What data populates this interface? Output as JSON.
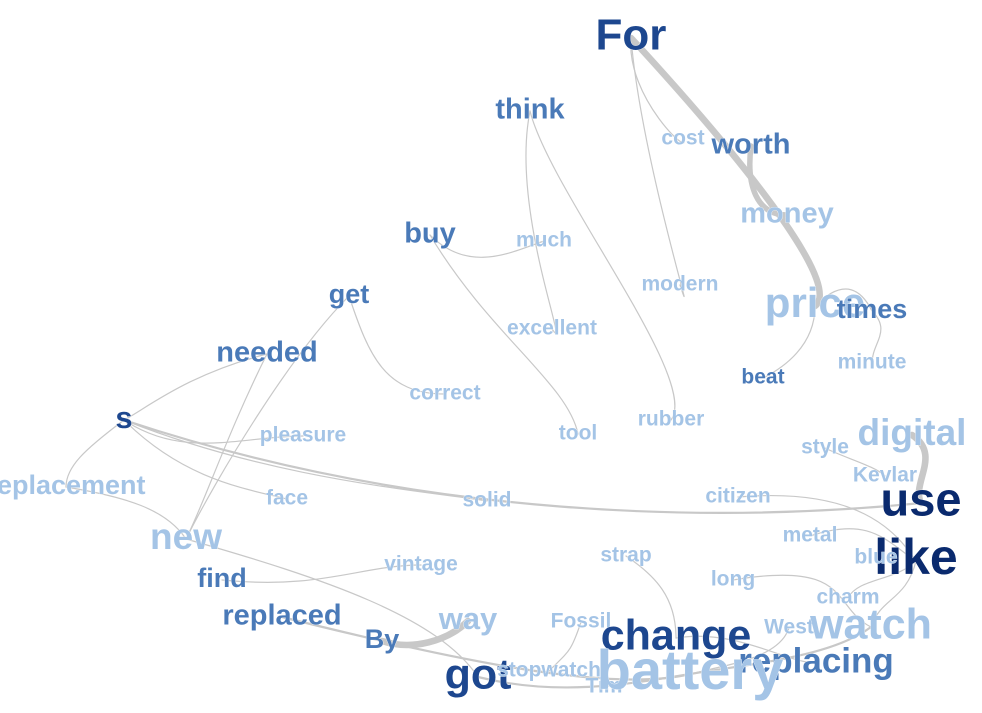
{
  "palette": {
    "darkest": "#0a2a6e",
    "dark": "#1d478f",
    "mid": "#4a7ab8",
    "light": "#a4c4e6",
    "edge": "#c8c8c8"
  },
  "nodes": [
    {
      "id": "For",
      "label": "For",
      "tone": "dark"
    },
    {
      "id": "think",
      "label": "think",
      "tone": "mid"
    },
    {
      "id": "cost",
      "label": "cost",
      "tone": "light"
    },
    {
      "id": "worth",
      "label": "worth",
      "tone": "mid"
    },
    {
      "id": "money",
      "label": "money",
      "tone": "light"
    },
    {
      "id": "buy",
      "label": "buy",
      "tone": "mid"
    },
    {
      "id": "much",
      "label": "much",
      "tone": "light"
    },
    {
      "id": "get",
      "label": "get",
      "tone": "mid"
    },
    {
      "id": "modern",
      "label": "modern",
      "tone": "light"
    },
    {
      "id": "price",
      "label": "price",
      "tone": "light"
    },
    {
      "id": "times",
      "label": "times",
      "tone": "mid"
    },
    {
      "id": "excellent",
      "label": "excellent",
      "tone": "light"
    },
    {
      "id": "needed",
      "label": "needed",
      "tone": "mid"
    },
    {
      "id": "minute",
      "label": "minute",
      "tone": "light"
    },
    {
      "id": "beat",
      "label": "beat",
      "tone": "mid"
    },
    {
      "id": "correct",
      "label": "correct",
      "tone": "light"
    },
    {
      "id": "s",
      "label": "s",
      "tone": "dark"
    },
    {
      "id": "rubber",
      "label": "rubber",
      "tone": "light"
    },
    {
      "id": "pleasure",
      "label": "pleasure",
      "tone": "light"
    },
    {
      "id": "tool",
      "label": "tool",
      "tone": "light"
    },
    {
      "id": "digital",
      "label": "digital",
      "tone": "light"
    },
    {
      "id": "style",
      "label": "style",
      "tone": "light"
    },
    {
      "id": "Kevlar",
      "label": "Kevlar",
      "tone": "light"
    },
    {
      "id": "replacement",
      "label": "replacement",
      "tone": "light"
    },
    {
      "id": "face",
      "label": "face",
      "tone": "light"
    },
    {
      "id": "solid",
      "label": "solid",
      "tone": "light"
    },
    {
      "id": "citizen",
      "label": "citizen",
      "tone": "light"
    },
    {
      "id": "use",
      "label": "use",
      "tone": "darkest"
    },
    {
      "id": "new",
      "label": "new",
      "tone": "light"
    },
    {
      "id": "metal",
      "label": "metal",
      "tone": "light"
    },
    {
      "id": "like",
      "label": "like",
      "tone": "darkest"
    },
    {
      "id": "blue",
      "label": "blue",
      "tone": "light"
    },
    {
      "id": "strap",
      "label": "strap",
      "tone": "light"
    },
    {
      "id": "vintage",
      "label": "vintage",
      "tone": "light"
    },
    {
      "id": "find",
      "label": "find",
      "tone": "mid"
    },
    {
      "id": "long",
      "label": "long",
      "tone": "light"
    },
    {
      "id": "charm",
      "label": "charm",
      "tone": "light"
    },
    {
      "id": "replaced",
      "label": "replaced",
      "tone": "mid"
    },
    {
      "id": "way",
      "label": "way",
      "tone": "light"
    },
    {
      "id": "Fossil",
      "label": "Fossil",
      "tone": "light"
    },
    {
      "id": "West",
      "label": "West",
      "tone": "light"
    },
    {
      "id": "watch",
      "label": "watch",
      "tone": "light"
    },
    {
      "id": "By",
      "label": "By",
      "tone": "mid"
    },
    {
      "id": "change",
      "label": "change",
      "tone": "dark"
    },
    {
      "id": "replacing",
      "label": "replacing",
      "tone": "mid"
    },
    {
      "id": "got",
      "label": "got",
      "tone": "dark"
    },
    {
      "id": "stopwatch",
      "label": "stopwatch",
      "tone": "light"
    },
    {
      "id": "Tim",
      "label": "Tim",
      "tone": "light"
    },
    {
      "id": "battery",
      "label": "battery",
      "tone": "light"
    }
  ],
  "edges": [
    {
      "from": "For",
      "to": "price",
      "weight": 6
    },
    {
      "from": "For",
      "to": "cost",
      "weight": 1
    },
    {
      "from": "For",
      "to": "modern",
      "weight": 1
    },
    {
      "from": "worth",
      "to": "money",
      "weight": 5
    },
    {
      "from": "think",
      "to": "excellent",
      "weight": 1
    },
    {
      "from": "think",
      "to": "rubber",
      "weight": 1
    },
    {
      "from": "buy",
      "to": "much",
      "weight": 1
    },
    {
      "from": "buy",
      "to": "tool",
      "weight": 1
    },
    {
      "from": "get",
      "to": "correct",
      "weight": 1
    },
    {
      "from": "get",
      "to": "new",
      "weight": 1
    },
    {
      "from": "needed",
      "to": "s",
      "weight": 1
    },
    {
      "from": "needed",
      "to": "new",
      "weight": 1
    },
    {
      "from": "s",
      "to": "pleasure",
      "weight": 1
    },
    {
      "from": "s",
      "to": "replacement",
      "weight": 1
    },
    {
      "from": "s",
      "to": "face",
      "weight": 1
    },
    {
      "from": "s",
      "to": "solid",
      "weight": 1
    },
    {
      "from": "s",
      "to": "use",
      "weight": 2
    },
    {
      "from": "replacement",
      "to": "new",
      "weight": 1
    },
    {
      "from": "new",
      "to": "got",
      "weight": 1
    },
    {
      "from": "find",
      "to": "vintage",
      "weight": 1
    },
    {
      "from": "replaced",
      "to": "battery",
      "weight": 2
    },
    {
      "from": "By",
      "to": "way",
      "weight": 6
    },
    {
      "from": "price",
      "to": "times",
      "weight": 1
    },
    {
      "from": "price",
      "to": "beat",
      "weight": 1
    },
    {
      "from": "times",
      "to": "minute",
      "weight": 1
    },
    {
      "from": "digital",
      "to": "use",
      "weight": 6
    },
    {
      "from": "style",
      "to": "Kevlar",
      "weight": 1
    },
    {
      "from": "citizen",
      "to": "like",
      "weight": 1
    },
    {
      "from": "metal",
      "to": "like",
      "weight": 1
    },
    {
      "from": "like",
      "to": "charm",
      "weight": 1
    },
    {
      "from": "like",
      "to": "watch",
      "weight": 1
    },
    {
      "from": "long",
      "to": "watch",
      "weight": 1
    },
    {
      "from": "strap",
      "to": "change",
      "weight": 1
    },
    {
      "from": "change",
      "to": "replacing",
      "weight": 1
    },
    {
      "from": "Fossil",
      "to": "stopwatch",
      "weight": 1
    },
    {
      "from": "got",
      "to": "battery",
      "weight": 2
    },
    {
      "from": "West",
      "to": "battery",
      "weight": 1
    },
    {
      "from": "watch",
      "to": "battery",
      "weight": 2
    }
  ]
}
